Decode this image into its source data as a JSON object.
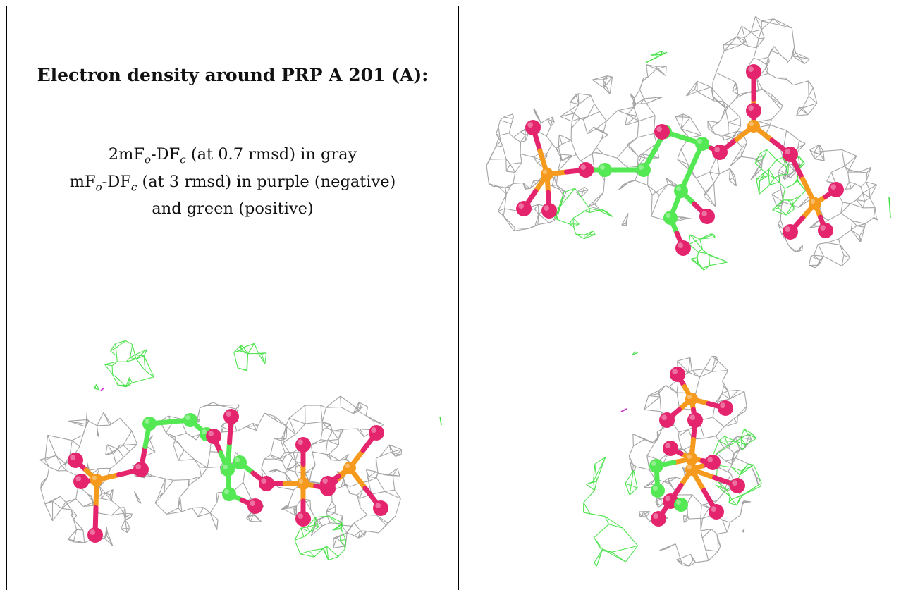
{
  "caption": {
    "title": "Electron density around PRP A 201 (A):",
    "line1": {
      "prefix": "2mF",
      "sub1": "o",
      "mid": "-DF",
      "sub2": "c",
      "suffix": " (at 0.7 rmsd) in gray"
    },
    "line2": {
      "prefix": "mF",
      "sub1": "o",
      "mid": "-DF",
      "sub2": "c",
      "suffix": " (at 3 rmsd) in purple (negative)"
    },
    "line3": "and green (positive)"
  },
  "colors": {
    "mesh_gray": "#9a9a9a",
    "mesh_green": "#3ee03e",
    "mesh_purple": "#d23cd2",
    "atom_carbon": "#55e855",
    "atom_oxygen": "#e4256e",
    "atom_phosphorus": "#f59a1c"
  },
  "panels": [
    {
      "id": "view-top-right",
      "description_icon": "molecule-density-view"
    },
    {
      "id": "view-bottom-left",
      "description_icon": "molecule-density-view"
    },
    {
      "id": "view-bottom-right",
      "description_icon": "molecule-density-view"
    }
  ]
}
